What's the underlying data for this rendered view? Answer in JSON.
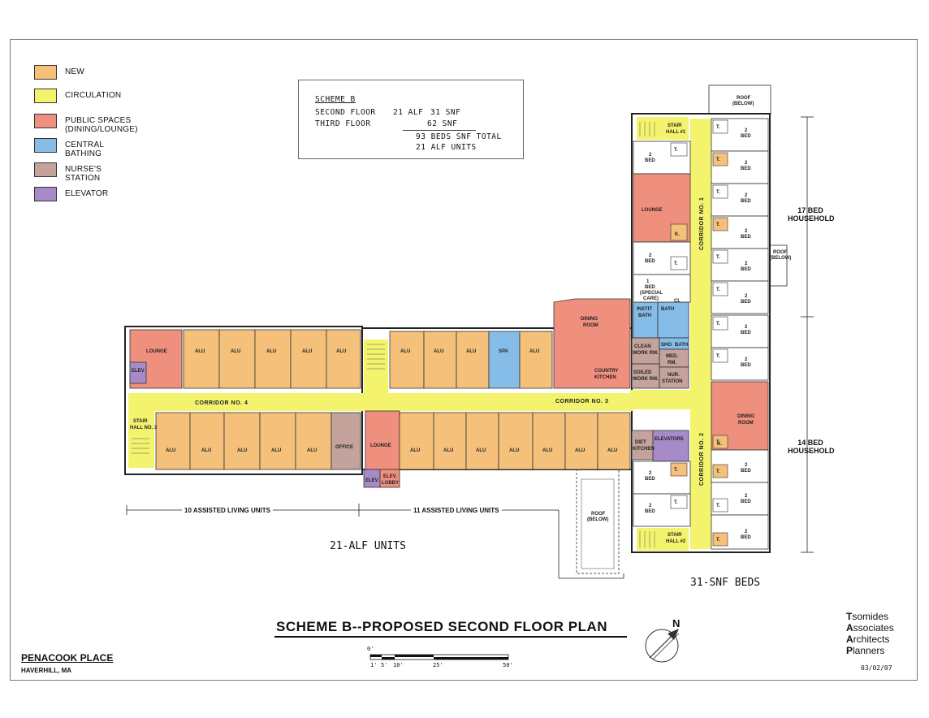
{
  "colors": {
    "new": "#f5c07a",
    "circulation": "#f3f36e",
    "public": "#ef8f7e",
    "bathing": "#86bde8",
    "nurse": "#c3a39b",
    "elevator": "#a78ac8"
  },
  "legend": [
    {
      "label": "NEW",
      "color_key": "new"
    },
    {
      "label": "CIRCULATION",
      "color_key": "circulation"
    },
    {
      "label": "PUBLIC SPACES (DINING/LOUNGE)",
      "color_key": "public"
    },
    {
      "label": "CENTRAL BATHING",
      "color_key": "bathing"
    },
    {
      "label": "NURSE'S STATION",
      "color_key": "nurse"
    },
    {
      "label": "ELEVATOR",
      "color_key": "elevator"
    }
  ],
  "scheme": {
    "title": "SCHEME B",
    "row1_label": "SECOND FLOOR",
    "row1_alf": "21 ALF",
    "row1_snf": "31 SNF",
    "row2_label": "THIRD FLOOR",
    "row2_snf": "62 SNF",
    "total1": "93 BEDS SNF TOTAL",
    "total2": "21 ALF UNITS"
  },
  "labels": {
    "alu": "ALU",
    "lounge": "LOUNGE",
    "elev": "ELEV",
    "elev_lobby_1": "ELEV.",
    "elev_lobby_2": "LOBBY",
    "stair_hall_1": "STAIR",
    "stair_hall_2": "HALL NO. 3",
    "office": "OFFICE",
    "spa": "SPA",
    "dining_room": "DINING",
    "dining_room_2": "ROOM",
    "country_kitchen": "COUNTRY",
    "country_kitchen_2": "KITCHEN",
    "corridor_4": "CORRIDOR NO. 4",
    "corridor_3": "CORRIDOR NO. 3",
    "corridor_1": "CORRIDOR NO. 1",
    "corridor_2": "CORRIDOR NO. 2",
    "bed_2": "2",
    "bed_word": "BED",
    "toilet": "T.",
    "kitchenette": "K.",
    "special_care_1": "1",
    "special_care_2": "BED",
    "special_care_3": "(SPECIAL",
    "special_care_4": "CARE)",
    "instit_bath": "INSTIT",
    "instit_bath_2": "BATH",
    "bath": "BATH",
    "cl": "CL",
    "clean_work": "CLEAN",
    "clean_work_2": "WORK RM.",
    "sho": "SHO",
    "med_rm": "MED.",
    "med_rm_2": "RM.",
    "soiled_work": "SOILED",
    "soiled_work_2": "WORK RM.",
    "nur_station": "NUR.",
    "nur_station_2": "STATION",
    "diet_kitchen": "DIET",
    "diet_kitchen_2": "KITCHEN",
    "elevators": "ELEVATORS",
    "stair_hall_top_1": "STAIR",
    "stair_hall_top_2": "HALL #1",
    "stair_hall_bottom_1": "STAIR",
    "stair_hall_bottom_2": "HALL #2",
    "roof_below_1": "ROOF",
    "roof_below_2": "(BELOW)",
    "bed_household_17_1": "17 BED",
    "bed_household_17_2": "HOUSEHOLD",
    "bed_household_14_1": "14 BED",
    "bed_household_14_2": "HOUSEHOLD",
    "assisted_10": "10 ASSISTED LIVING UNITS",
    "assisted_11": "11 ASSISTED LIVING UNITS",
    "alf_units": "21-ALF UNITS",
    "snf_beds": "31-SNF BEDS"
  },
  "title": "SCHEME B--PROPOSED SECOND FLOOR PLAN",
  "project": {
    "name": "PENACOOK PLACE",
    "location": "HAVERHILL, MA"
  },
  "firm": {
    "line1_initial": "T",
    "line1_rest": "somides",
    "line2_initial": "A",
    "line2_rest": "ssociates",
    "line3_initial": "A",
    "line3_rest": "rchitects",
    "line4_initial": "P",
    "line4_rest": "lanners"
  },
  "date": "03/02/07",
  "north": "N",
  "scale": {
    "zero": "0'",
    "ticks": [
      "1'",
      "5'",
      "10'",
      "25'",
      "50'"
    ]
  }
}
